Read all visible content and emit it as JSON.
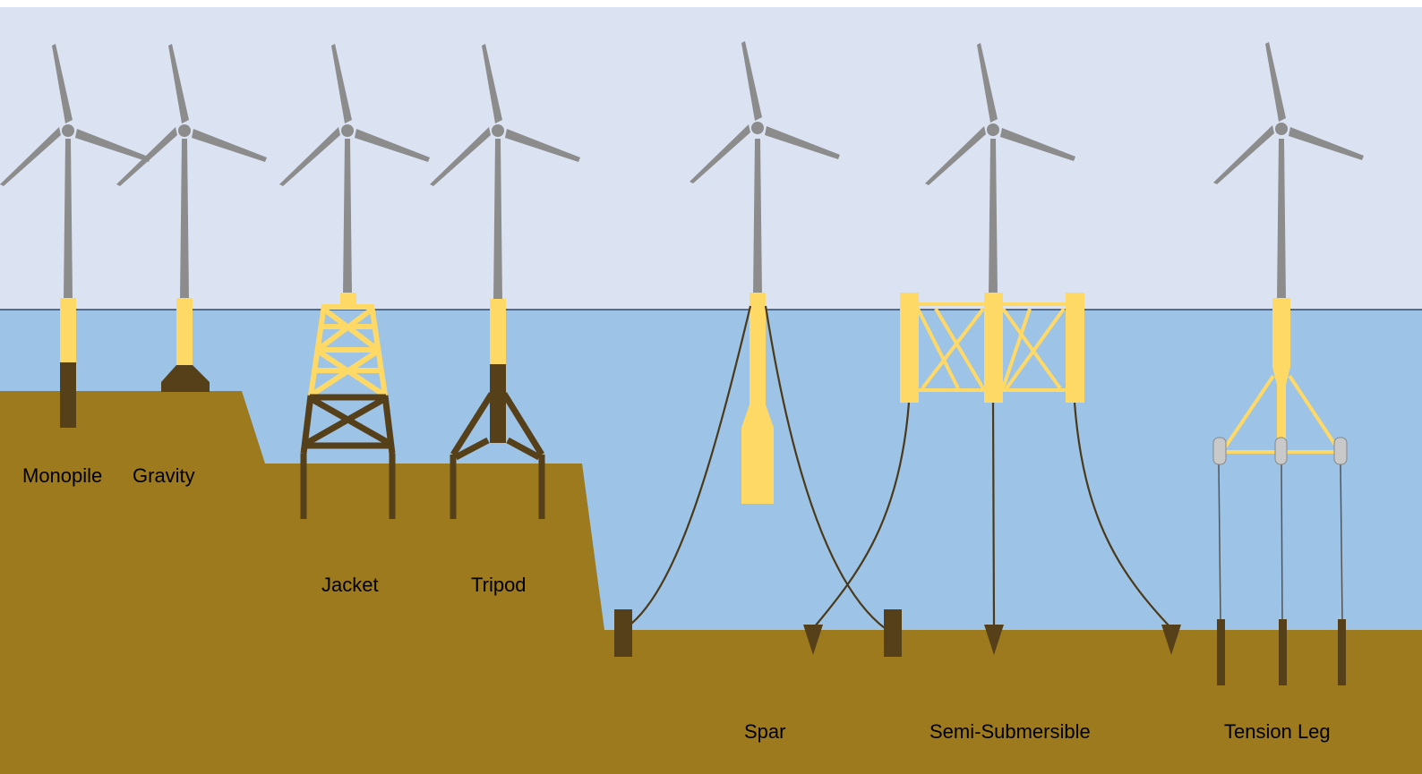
{
  "colors": {
    "sky": "#dbe3f3",
    "water": "#9dc3e6",
    "seabed": "#9c7a1d",
    "tower": "#8c8c8c",
    "blade": "#8c8c8c",
    "platform": "#ffd966",
    "pile": "#56401a",
    "mooring": "#4a3a1a",
    "tendon_clamp": "#c9c9c9"
  },
  "labels": {
    "monopile": "Monopile",
    "gravity": "Gravity",
    "jacket": "Jacket",
    "tripod": "Tripod",
    "spar": "Spar",
    "semi_submersible": "Semi-Submersible",
    "tension_leg": "Tension Leg"
  }
}
